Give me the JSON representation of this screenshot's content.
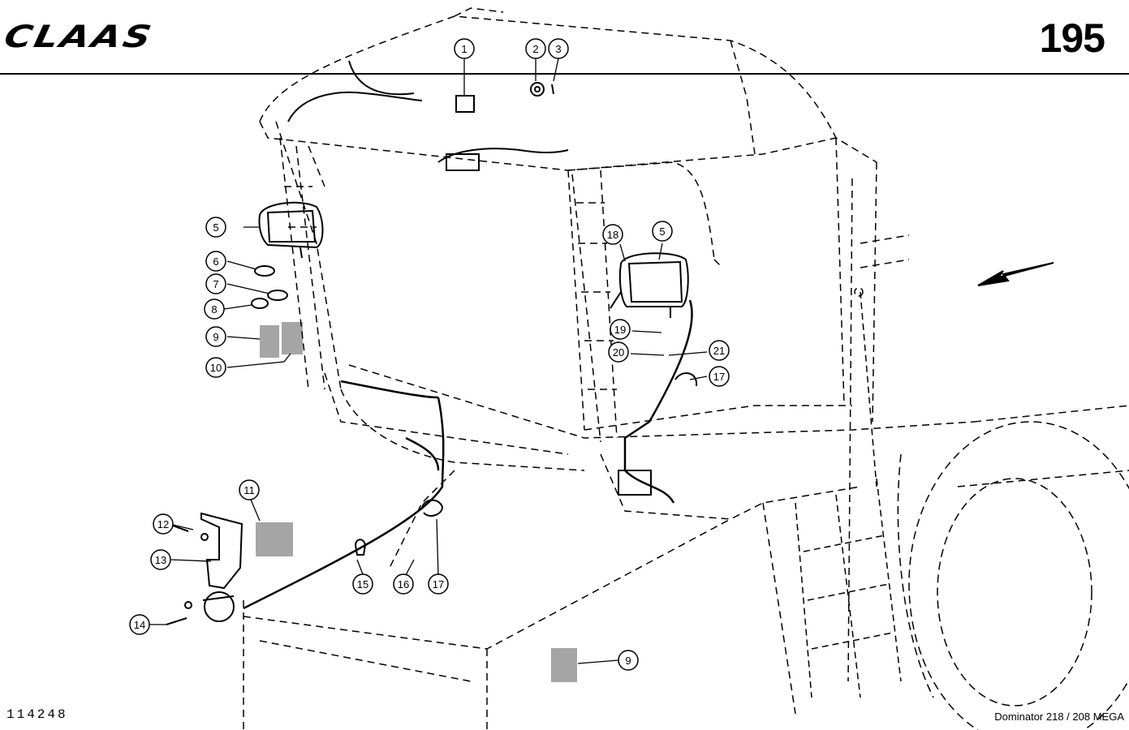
{
  "header": {
    "brand": "CLAAS",
    "page_number": "195"
  },
  "footer": {
    "drawing_number": "114248",
    "model": "Dominator 218 / 208 MEGA"
  },
  "callouts": [
    "1",
    "2",
    "3",
    "5",
    "6",
    "7",
    "8",
    "9",
    "10",
    "17",
    "18",
    "5",
    "19",
    "20",
    "21",
    "11",
    "12",
    "13",
    "14",
    "15",
    "16",
    "17",
    "9"
  ]
}
